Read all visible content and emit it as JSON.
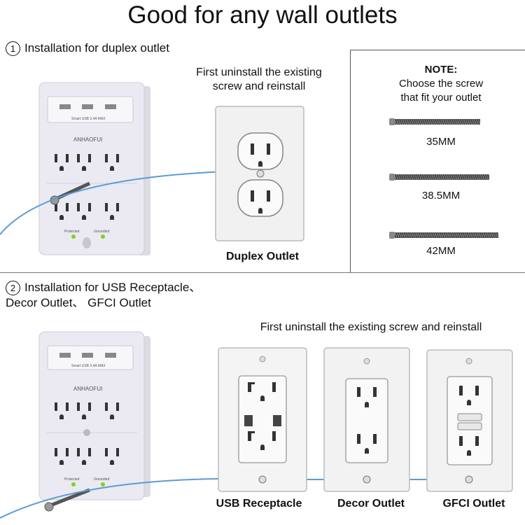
{
  "title": "Good for any wall outlets",
  "step1": {
    "number": "1",
    "label": "Installation for duplex outlet",
    "instruction_line1": "First uninstall the existing",
    "instruction_line2": "screw and reinstall",
    "outlet_label": "Duplex Outlet"
  },
  "note": {
    "title": "NOTE:",
    "line1": "Choose the screw",
    "line2": "that fit your outlet",
    "sizes": [
      "35MM",
      "38.5MM",
      "42MM"
    ]
  },
  "step2": {
    "number": "2",
    "label_line1": "Installation for USB Receptacle、",
    "label_line2": "Decor Outlet、 GFCI Outlet",
    "instruction": "First uninstall the existing screw and reinstall",
    "outlets": [
      "USB Receptacle",
      "Decor Outlet",
      "GFCI Outlet"
    ]
  },
  "product": {
    "brand": "ANHAOFUI",
    "usb_text": "Smart USB 3.4A MAX",
    "led_left": "Protected",
    "led_right": "Grounded"
  },
  "colors": {
    "arrow": "#5b9bd5",
    "plate": "#f4f4f4",
    "product_body": "#ece9f3",
    "led": "#7ed321"
  }
}
